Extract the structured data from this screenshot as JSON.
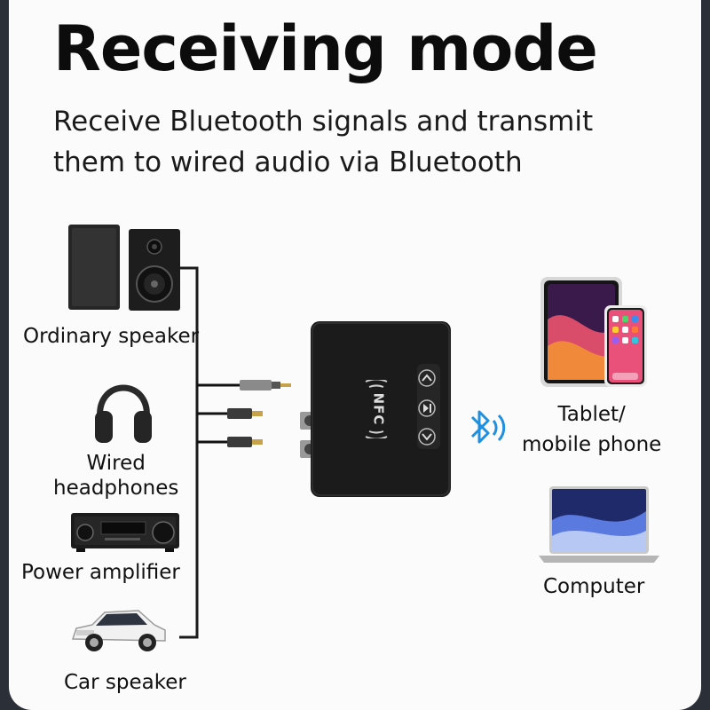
{
  "title": "Receiving mode",
  "subtitle": {
    "line1": "Receive Bluetooth signals and transmit",
    "line2": "them to wired audio via Bluetooth"
  },
  "outputs": {
    "speaker": "Ordinary speaker",
    "headphones_line1": "Wired",
    "headphones_line2": "headphones",
    "amplifier": "Power amplifier",
    "car": "Car speaker"
  },
  "receiver": {
    "nfc_text": "NFC"
  },
  "sources": {
    "tablet_line1": "Tablet/",
    "tablet_line2": "mobile phone",
    "computer": "Computer"
  },
  "icons": {
    "bluetooth": "bluetooth-signal-icon",
    "nfc": "nfc-icon",
    "up": "chevron-up-icon",
    "play": "play-pause-icon",
    "down": "chevron-down-icon"
  },
  "colors": {
    "accent_bluetooth": "#1f8fe0",
    "receiver_body": "#1b1b1b",
    "text": "#111111"
  }
}
